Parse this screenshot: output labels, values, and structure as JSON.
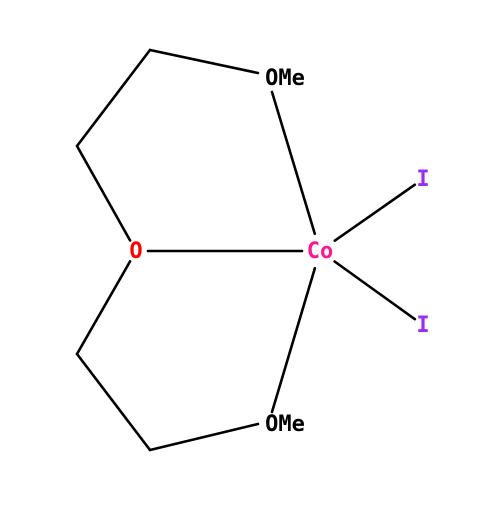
{
  "molecule": {
    "atoms": {
      "ome_top": {
        "label": "OMe",
        "color": "#000000"
      },
      "ome_bottom": {
        "label": "OMe",
        "color": "#000000"
      },
      "o_ether": {
        "label": "O",
        "color": "#ff0000"
      },
      "cobalt": {
        "label": "Co",
        "color": "#ff1493"
      },
      "iodine_top": {
        "label": "I",
        "color": "#9d2cf0"
      },
      "iodine_bottom": {
        "label": "I",
        "color": "#9d2cf0"
      }
    },
    "bonds": [
      [
        "c1",
        "c2"
      ],
      [
        "c2",
        "c3"
      ],
      [
        "c3",
        "o_ether"
      ],
      [
        "c4",
        "c5"
      ],
      [
        "c5",
        "c6"
      ],
      [
        "c4",
        "o_ether"
      ],
      [
        "c1",
        "ome_top"
      ],
      [
        "c6",
        "ome_bottom"
      ],
      [
        "ome_top",
        "cobalt"
      ],
      [
        "ome_bottom",
        "cobalt"
      ],
      [
        "o_ether",
        "cobalt"
      ],
      [
        "cobalt",
        "iodine_top"
      ],
      [
        "cobalt",
        "iodine_bottom"
      ]
    ]
  }
}
